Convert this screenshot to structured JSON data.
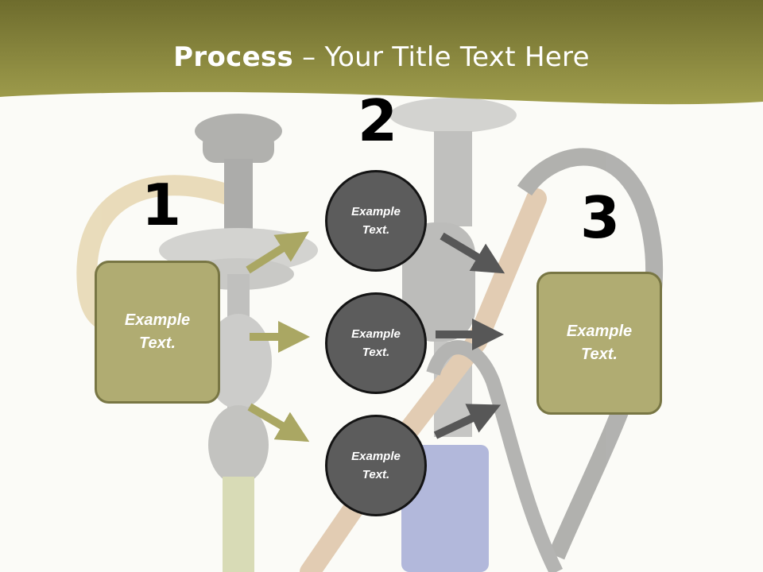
{
  "title": {
    "bold": "Process",
    "rest": " – Your Title Text Here"
  },
  "colors": {
    "header": "#8e8d3f",
    "box": "#b0ac72",
    "circle": "#5c5c5c",
    "arrow_olive": "#aaa763",
    "arrow_gray": "#575757"
  },
  "steps": {
    "n1": "1",
    "n2": "2",
    "n3": "3",
    "left_box": "Example Text.",
    "right_box": "Example Text.",
    "circle_top": "Example Text.",
    "circle_mid": "Example Text.",
    "circle_bot": "Example Text."
  }
}
